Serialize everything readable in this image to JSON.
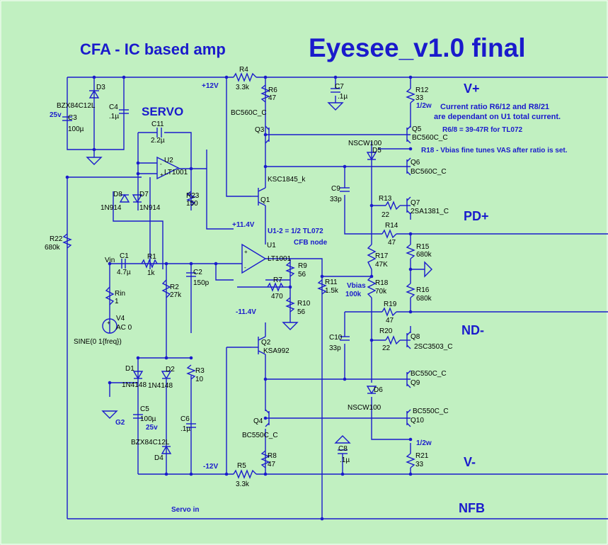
{
  "title": "Eyesee_v1.0 final",
  "subtitle": "CFA - IC based amp",
  "servo_title": "SERVO",
  "rails": {
    "vplus": "V+",
    "vminus": "V-",
    "pdplus": "PD+",
    "ndminus": "ND-",
    "nfb": "NFB",
    "p12": "+12V",
    "m12": "-12V",
    "p114": "+11.4V",
    "m114": "-11.4V",
    "servo_in": "Servo in",
    "g2": "G2"
  },
  "notes": {
    "current_ratio": "Current ratio R6/12 and R8/21",
    "dependant": "are dependant on U1 total current.",
    "r68": "R6/8 = 39-47R for TL072",
    "r18": "R18 - Vbias fine tunes VAS after ratio is set.",
    "u12": "U1-2 = 1/2 TL072",
    "cfb": "CFB node",
    "vbias": "Vbias",
    "vbias_val": "100k",
    "half_w1": "1/2w",
    "half_w2": "1/2w",
    "v25_1": "25v",
    "v25_2": "25v"
  },
  "parts": {
    "R4": "R4",
    "R4v": "3.3k",
    "R6": "R6",
    "R6v": "47",
    "R12": "R12",
    "R12v": "33",
    "C7": "C7",
    "C7v": ".1µ",
    "D3": "D3",
    "D3v": "BZX84C12L",
    "C3": "C3",
    "C3v": "100µ",
    "C4": "C4",
    "C4v": ".1µ",
    "C11": "C11",
    "C11v": "2.2µ",
    "U2": "U2",
    "U2v": "LT1001",
    "Q3": "Q3",
    "Q3v": "BC560C_C",
    "Q5": "Q5",
    "Q5v": "BC560C_C",
    "D5": "D5",
    "D5v": "NSCW100",
    "Q6": "Q6",
    "Q6v": "BC560C_C",
    "Q1": "Q1",
    "Q1v": "KSC1845_k",
    "C9": "C9",
    "C9v": "33p",
    "R13": "R13",
    "R13v": "22",
    "Q7": "Q7",
    "Q7v": "2SA1381_C",
    "R14": "R14",
    "R14v": "47",
    "R15": "R15",
    "R15v": "680k",
    "D8": "D8",
    "D8v": "1N914",
    "D7": "D7",
    "D7v": "1N914",
    "R23": "R23",
    "R23v": "150",
    "R22": "R22",
    "R22v": "680k",
    "U1": "U1",
    "U1v": "LT1001",
    "Vin": "Vin",
    "C1": "C1",
    "C1v": "4.7µ",
    "R1": "R1",
    "R1v": "1k",
    "C2": "C2",
    "C2v": "150p",
    "R9": "R9",
    "R9v": "56",
    "R7": "R7",
    "R7v": "470",
    "R10": "R10",
    "R10v": "56",
    "R11": "R11",
    "R11v": "1.5k",
    "R17": "R17",
    "R17v": "47K",
    "R18": "R18",
    "R18v": "70k",
    "R16": "R16",
    "R16v": "680k",
    "Rin": "Rin",
    "Rinv": "1",
    "R2": "R2",
    "R2v": "27k",
    "V4": "V4",
    "V4v": "AC 0",
    "sine": "SINE(0 1{freq})",
    "R19": "R19",
    "R19v": "47",
    "R20": "R20",
    "R20v": "22",
    "C10": "C10",
    "C10v": "33p",
    "Q8": "Q8",
    "Q8v": "2SC3503_C",
    "Q2": "Q2",
    "Q2v": "KSA992",
    "D1": "D1",
    "D1v": "1N4148",
    "D2": "D2",
    "D2v": "1N4148",
    "R3": "R3",
    "R3v": "10",
    "Q9": "Q9",
    "Q9v": "BC550C_C",
    "D6": "D6",
    "D6v": "NSCW100",
    "C5": "C5",
    "C5v": "100µ",
    "C6": "C6",
    "C6v": ".1µ",
    "Q10": "Q10",
    "Q10v": "BC550C_C",
    "Q4": "Q4",
    "Q4v": "BC550C_C",
    "D4": "D4",
    "D4v": "BZX84C12L",
    "C8": "C8",
    "C8v": ".1µ",
    "R8": "R8",
    "R8v": "47",
    "R21": "R21",
    "R21v": "33",
    "R5": "R5",
    "R5v": "3.3k"
  }
}
